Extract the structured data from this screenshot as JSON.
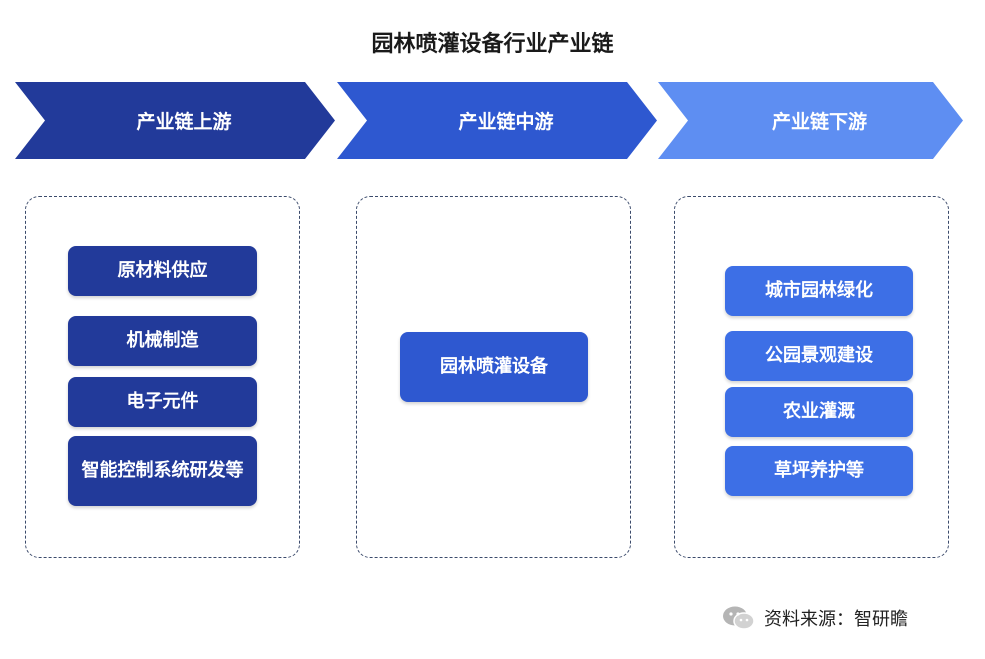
{
  "title": "园林喷灌设备行业产业链",
  "stages": [
    {
      "label": "产业链上游",
      "color": "#223a9a"
    },
    {
      "label": "产业链中游",
      "color": "#2e58d0"
    },
    {
      "label": "产业链下游",
      "color": "#5e8ef2"
    }
  ],
  "upstream": {
    "items": [
      "原材料供应",
      "机械制造",
      "电子元件",
      "智能控制系统研发等"
    ]
  },
  "midstream": {
    "items": [
      "园林喷灌设备"
    ]
  },
  "downstream": {
    "items": [
      "城市园林绿化",
      "公园景观建设",
      "农业灌溉",
      "草坪养护等"
    ]
  },
  "source": {
    "text": "资料来源：智研瞻",
    "icon": "wechat-icon"
  }
}
